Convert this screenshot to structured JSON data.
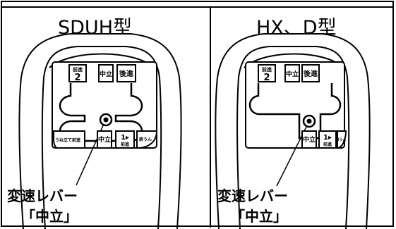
{
  "panels": [
    {
      "title": "SDUH型",
      "plate_labels": {
        "forward2_top": "前進",
        "forward2_num": "2",
        "neutral": "中立",
        "reverse": "後進",
        "rice_forward_a": "うね立て",
        "rice_forward_b": "前進",
        "neutral_bottom": "中立",
        "forward1_num": "1▸",
        "forward1_sub": "前進",
        "tillage": "耕うん"
      },
      "caption_line1": "変速レバー",
      "caption_line2": "「中立」"
    },
    {
      "title": "HX、D型",
      "plate_labels": {
        "forward2_top": "前進",
        "forward2_num": "2",
        "neutral": "中立",
        "reverse": "後進",
        "neutral_bottom": "中立",
        "forward1_num": "1▸",
        "forward1_sub": "前進",
        "tillage": "耕うん"
      },
      "caption_line1": "変速レバー",
      "caption_line2": "「中立」"
    }
  ]
}
